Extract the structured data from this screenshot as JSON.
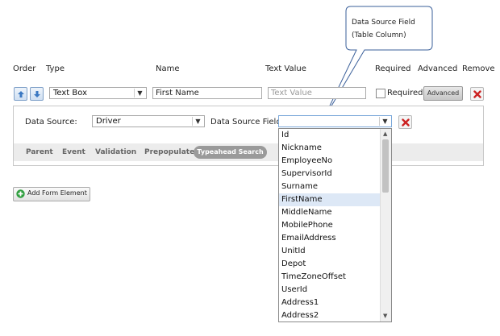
{
  "headers": {
    "order": "Order",
    "type": "Type",
    "name": "Name",
    "text_value": "Text Value",
    "required": "Required",
    "advanced": "Advanced",
    "remove": "Remove"
  },
  "row": {
    "type_value": "Text Box",
    "name_value": "First Name",
    "text_value_placeholder": "Text Value",
    "required_label": "Required",
    "advanced_button": "Advanced"
  },
  "datasource": {
    "label": "Data Source:",
    "value": "Driver",
    "field_label": "Data Source Field:",
    "field_value": ""
  },
  "tabs": [
    "Parent",
    "Event",
    "Validation",
    "Prepopulate",
    "Typeahead Search"
  ],
  "add_button": "Add Form Element",
  "callout": {
    "line1": "Data Source Field",
    "line2": "(Table Column)"
  },
  "dropdown": {
    "options": [
      "Id",
      "Nickname",
      "EmployeeNo",
      "SupervisorId",
      "Surname",
      "FirstName",
      "MiddleName",
      "MobilePhone",
      "EmailAddress",
      "UnitId",
      "Depot",
      "TimeZoneOffset",
      "UserId",
      "Address1",
      "Address2"
    ],
    "highlighted": "FirstName"
  },
  "colors": {
    "accent_blue": "#3b78c2",
    "remove_red": "#cc2222",
    "add_green": "#2e9e3e",
    "selected_row": "#dde8f6"
  }
}
